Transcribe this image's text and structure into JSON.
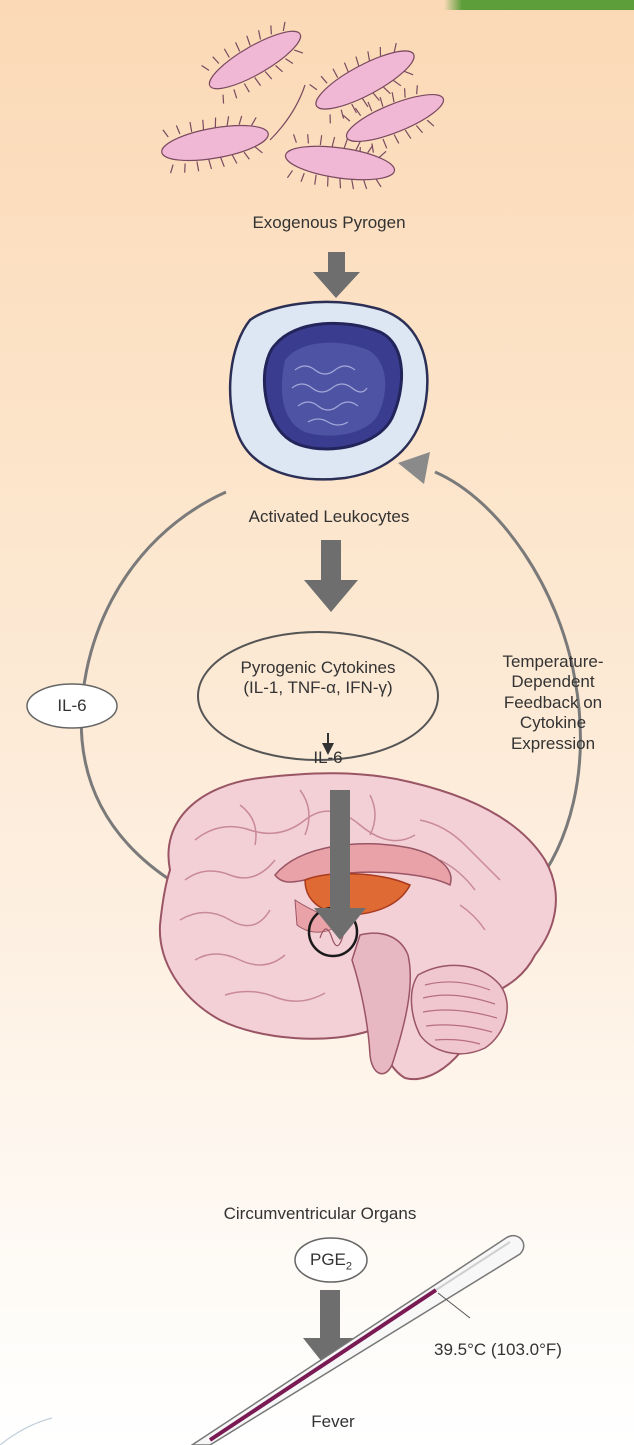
{
  "labels": {
    "exogenous_pyrogen": "Exogenous Pyrogen",
    "activated_leukocytes": "Activated Leukocytes",
    "cytokines_line1": "Pyrogenic Cytokines",
    "cytokines_line2": "(IL-1, TNF-α, IFN-γ)",
    "cytokines_il6": "IL-6",
    "il6_side": "IL-6",
    "feedback_line1": "Temperature-",
    "feedback_line2": "Dependent",
    "feedback_line3": "Feedback on",
    "feedback_line4": "Cytokine",
    "feedback_line5": "Expression",
    "circumventricular": "Circumventricular Organs",
    "pge2": "PGE",
    "pge2_sub": "2",
    "temperature": "39.5°C (103.0°F)",
    "fever": "Fever"
  },
  "colors": {
    "background_top": "#fbd9b6",
    "arrow": "#6e6e6e",
    "bacteria": "#f0b8d4",
    "cell_nucleus": "#3a3d8f",
    "brain": "#f3cfd6",
    "hypothalamus": "#e06a33",
    "thermometer_mercury": "#7a1a55",
    "accent_bar": "#5e9e3a"
  }
}
